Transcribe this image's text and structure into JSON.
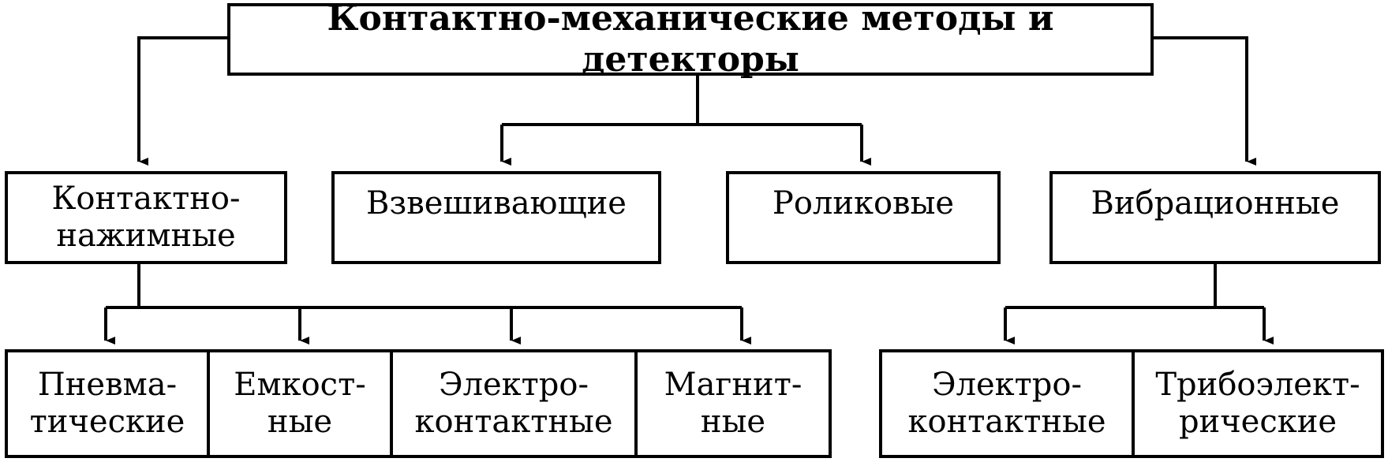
{
  "diagram": {
    "root": "Контактно-механические методы и детекторы",
    "level1": [
      "Контактно-\nнажимные",
      "Взвешивающие",
      "Роликовые",
      "Вибрационные"
    ],
    "level2_contact_press": [
      "Пневма-\nтические",
      "Емкост-\nные",
      "Электро-\nконтактные",
      "Магнит-\nные"
    ],
    "level2_vibration": [
      "Электро-\nконтактные",
      "Трибоэлект-\nрические"
    ]
  }
}
